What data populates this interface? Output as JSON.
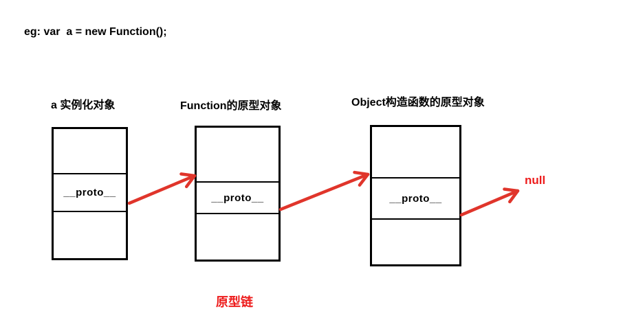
{
  "header": {
    "code_text": "eg: var  a = new Function();"
  },
  "diagram": {
    "boxes": [
      {
        "label": "a 实例化对象",
        "proto_label": "__proto__"
      },
      {
        "label": "Function的原型对象",
        "proto_label": "__proto__"
      },
      {
        "label": "Object构造函数的原型对象",
        "proto_label": "__proto__"
      }
    ],
    "terminal_label": "null",
    "caption": "原型链"
  },
  "colors": {
    "ink_black": "#000000",
    "arrow_red": "#e0352b",
    "text_red": "#ed1c1c",
    "background": "#ffffff"
  }
}
